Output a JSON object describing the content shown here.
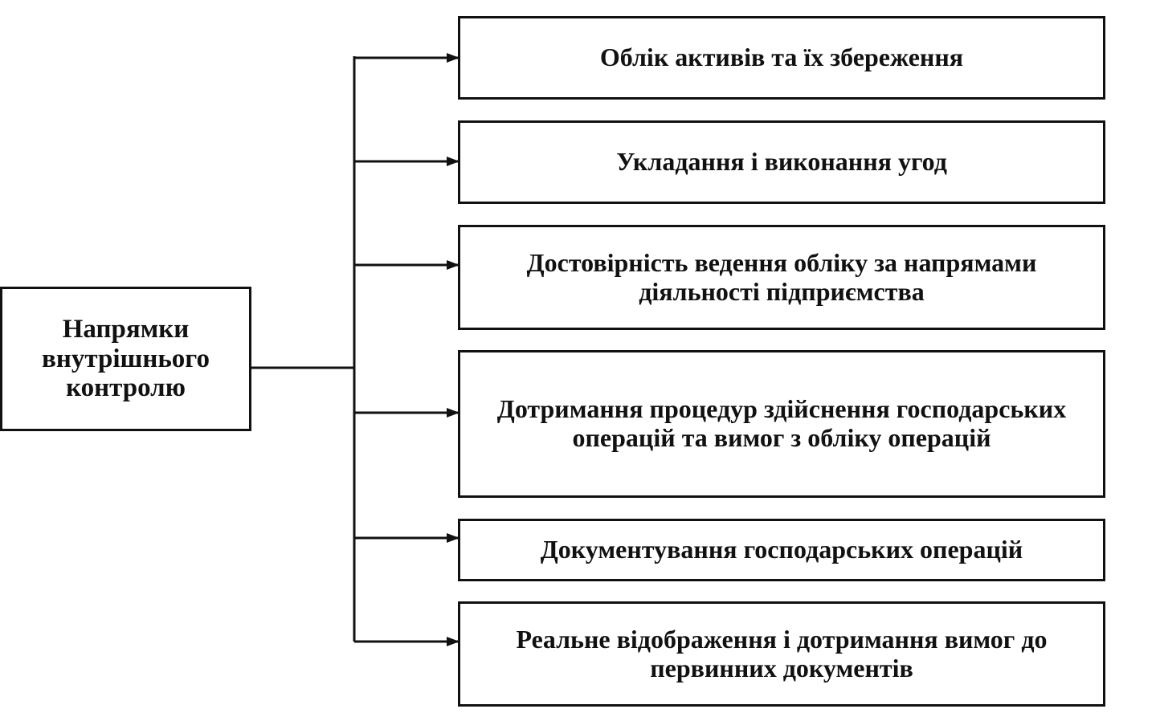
{
  "root": {
    "lines": [
      "Напрямки",
      "внутрішнього",
      "контролю"
    ]
  },
  "branches": [
    {
      "lines": [
        "Облік активів та їх збереження"
      ]
    },
    {
      "lines": [
        "Укладання і виконання угод"
      ]
    },
    {
      "lines": [
        "Достовірність ведення обліку за напрямами",
        "діяльності підприємства"
      ]
    },
    {
      "lines": [
        "Дотримання процедур здійснення господарських",
        "операцій та вимог з обліку операцій"
      ]
    },
    {
      "lines": [
        "Документування господарських операцій"
      ]
    },
    {
      "lines": [
        "Реальне відображення і дотримання вимог до",
        "первинних документів"
      ]
    }
  ]
}
